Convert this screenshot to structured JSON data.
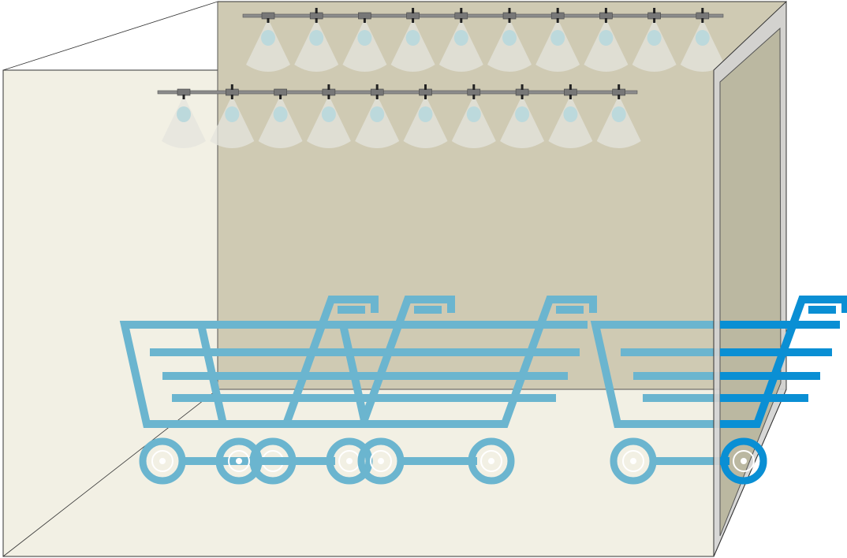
{
  "scene": {
    "subject": "spray-room-with-shopping-carts",
    "colors": {
      "front_wall": "#f2f0e4",
      "back_wall": "#cfcab3",
      "door_frame": "#d3d3d1",
      "door_panel": "#bbb8a1",
      "cart": "#6bb5cf",
      "cart_highlight": "#0a8fd4",
      "pipe": "#8c8c8c",
      "spray": "#e4e4de",
      "mist": "#bcd9dc"
    },
    "nozzle_rows": [
      {
        "name": "back-row",
        "nozzle_count": 10
      },
      {
        "name": "front-row",
        "nozzle_count": 10
      }
    ],
    "cart_count": 4
  }
}
